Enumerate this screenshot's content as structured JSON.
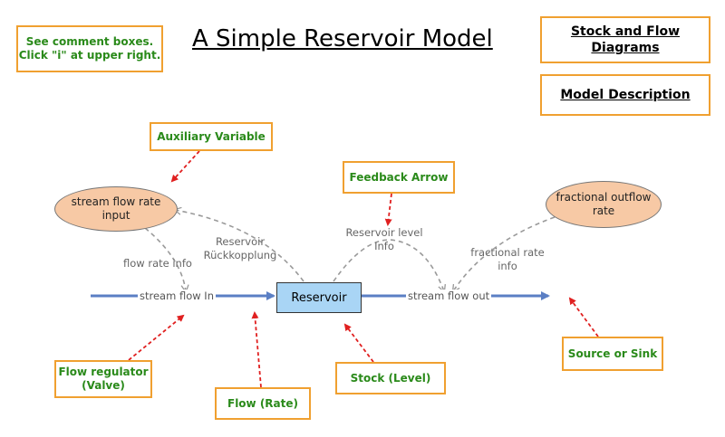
{
  "title": "A Simple Reservoir Model",
  "hint": {
    "line1": "See comment boxes.",
    "line2": "Click \"i\" at upper right."
  },
  "nav": {
    "stock_flow": {
      "line1": "Stock and Flow",
      "line2": "Diagrams"
    },
    "model_description": "Model Description"
  },
  "callouts": {
    "auxiliary_variable": "Auxiliary Variable",
    "feedback_arrow": "Feedback Arrow",
    "flow_regulator": {
      "line1": "Flow regulator",
      "line2": "(Valve)"
    },
    "flow_rate": "Flow (Rate)",
    "stock_level": "Stock (Level)",
    "source_sink": "Source or Sink"
  },
  "nodes": {
    "input": {
      "line1": "stream flow rate",
      "line2": "input"
    },
    "fraction": {
      "line1": "fractional outflow",
      "line2": "rate"
    },
    "reservoir": "Reservoir"
  },
  "flows": {
    "in": "stream flow In",
    "out": "stream flow out"
  },
  "links": {
    "rueck": {
      "line1": "Reservoir",
      "line2": "Rückkopplung"
    },
    "flow_rate_info": "flow rate info",
    "level_info": {
      "line1": "Reservoir level",
      "line2": "Info"
    },
    "frac_info": {
      "line1": "fractional rate",
      "line2": "info"
    }
  },
  "colors": {
    "accent_border": "#f0a030",
    "callout_text": "#2a8a1a",
    "flow": "#5b7fc4",
    "callout_arrow": "#e02020",
    "stock_fill": "#a9d5f5",
    "aux_fill": "#f7c9a5"
  }
}
